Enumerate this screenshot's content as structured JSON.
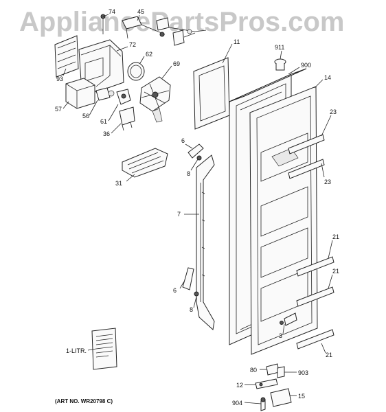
{
  "watermark": "AppliancePartsPros.com",
  "art_number": "(ART NO. WR20798 C)",
  "callouts": {
    "c74": "74",
    "c45": "45",
    "c93": "93",
    "c72": "72",
    "c62": "62",
    "c69": "69",
    "c57": "57",
    "c56": "56",
    "c61": "61",
    "c36": "36",
    "c11": "11",
    "c911": "911",
    "c900": "900",
    "c14": "14",
    "c23a": "23",
    "c23b": "23",
    "c6a": "6",
    "c8a": "8",
    "c31": "31",
    "c7": "7",
    "c21a": "21",
    "c21b": "21",
    "c6b": "6",
    "c8b": "8",
    "c3": "3",
    "c21c": "21",
    "c1litr": "1-LITR.",
    "c80": "80",
    "c903": "903",
    "c12": "12",
    "c15": "15",
    "c904": "904"
  }
}
